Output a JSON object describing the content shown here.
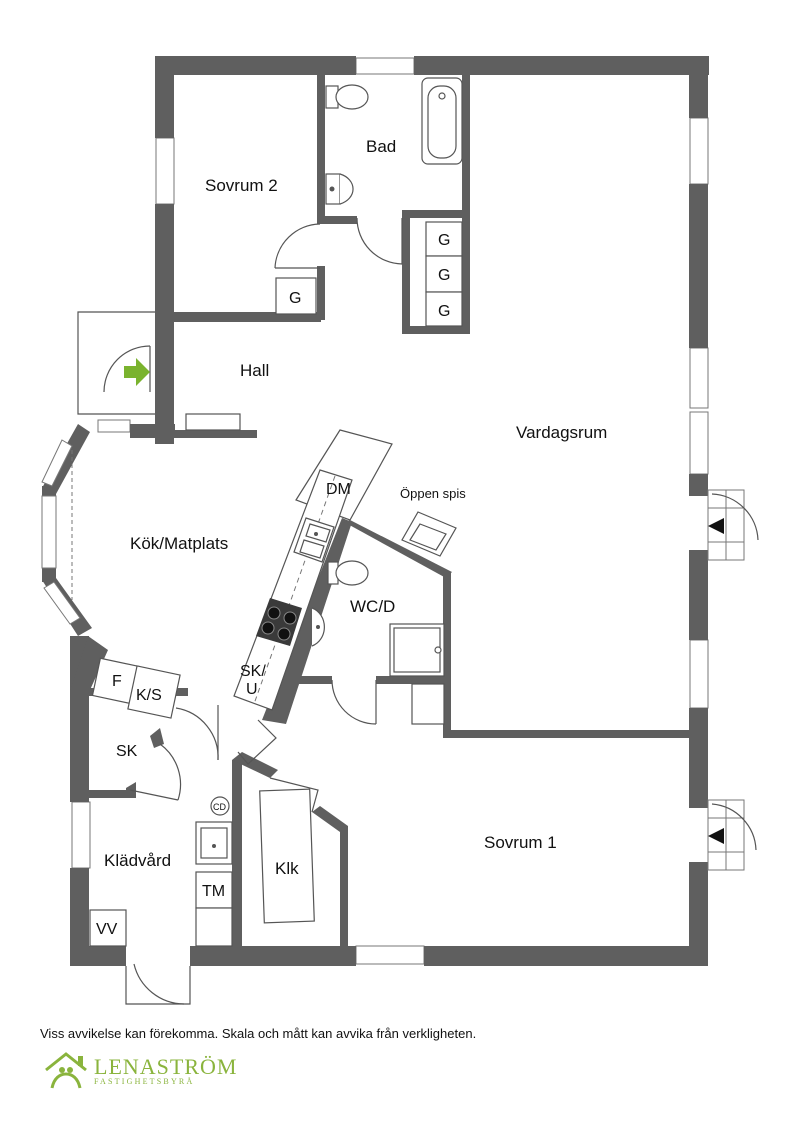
{
  "rooms": {
    "bad": "Bad",
    "sovrum2": "Sovrum 2",
    "hall": "Hall",
    "vardagsrum": "Vardagsrum",
    "kok": "Kök/Matplats",
    "wc": "WC/D",
    "sovrum1": "Sovrum 1",
    "kladvard": "Klädvård",
    "klk": "Klk"
  },
  "fixtures": {
    "g": "G",
    "dm": "DM",
    "oppen_spis": "Öppen spis",
    "sku_1": "SK/",
    "sku_2": "U",
    "f": "F",
    "ks": "K/S",
    "sk": "SK",
    "cd": "CD",
    "tm": "TM",
    "vv": "VV"
  },
  "footer": {
    "disclaimer": "Viss avvikelse kan förekomma. Skala och mått kan avvika från verkligheten."
  },
  "logo": {
    "name": "LENASTRÖM",
    "subtitle": "FASTIGHETSBYRÅ",
    "color": "#8ab43d"
  },
  "colors": {
    "wall": "#5f5f5f",
    "entrance_arrow": "#7ab32e"
  }
}
